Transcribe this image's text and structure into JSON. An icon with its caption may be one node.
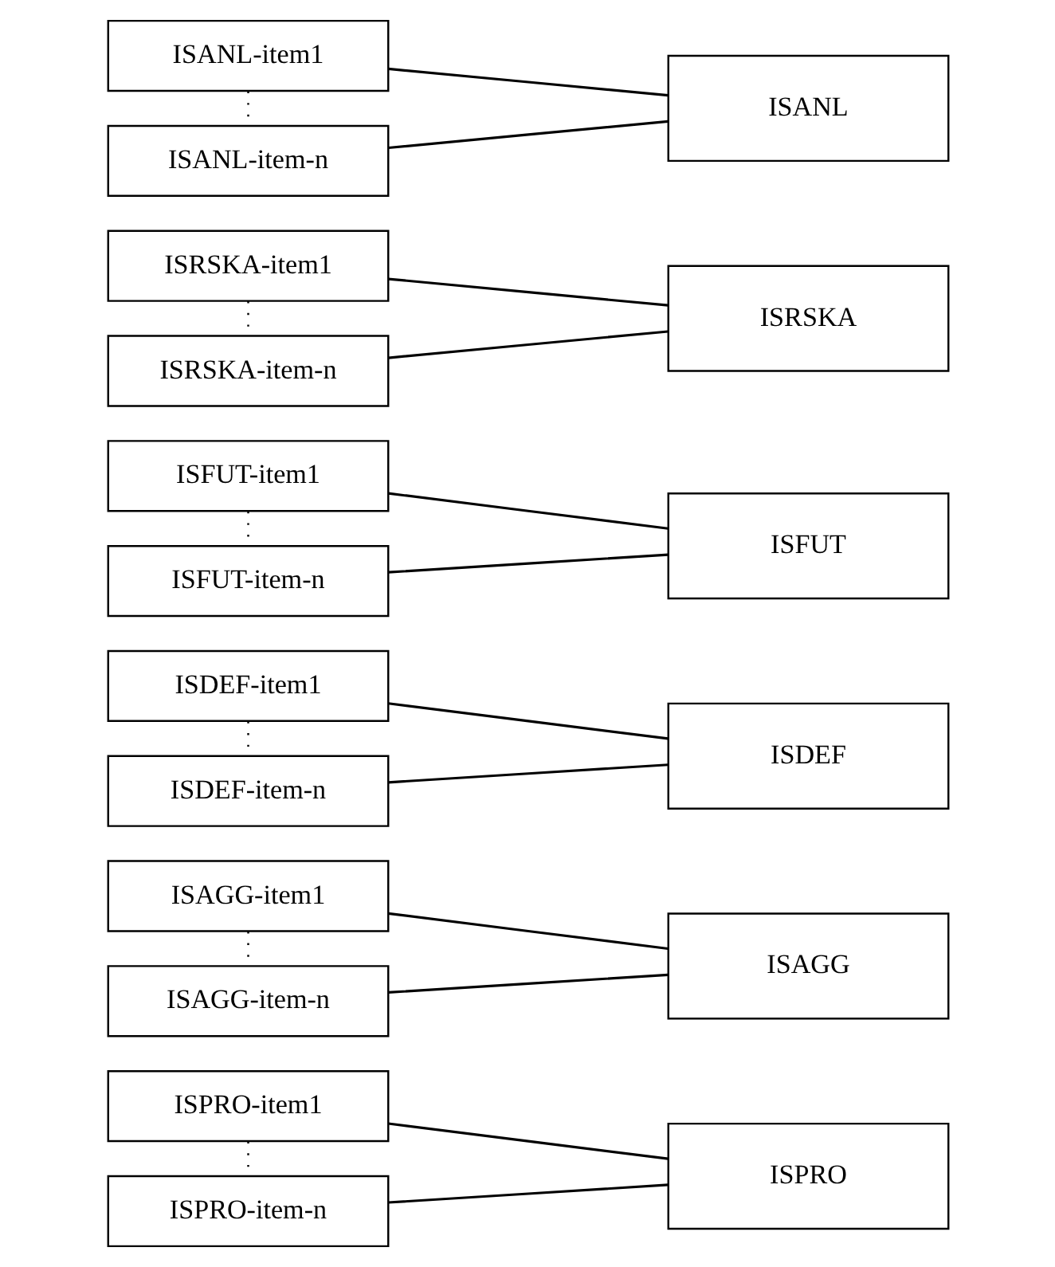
{
  "diagram": {
    "nodes": [
      {
        "text": [
          "ISPRO-item1"
        ]
      },
      {
        "text": [
          "ISPRO"
        ]
      },
      {
        "text": [
          "ISPRO-item-n"
        ]
      },
      {
        "text": [
          "ISAGG-item1"
        ]
      },
      {
        "text": [
          "ISAGG"
        ]
      },
      {
        "text": [
          "ISAGG-item-n"
        ]
      },
      {
        "text": [
          "ISDEF-item1"
        ]
      },
      {
        "text": [
          "ISDEF"
        ]
      },
      {
        "text": [
          "ISDEF-item-n"
        ]
      },
      {
        "text": [
          "ISFUT-item1"
        ]
      },
      {
        "text": [
          "ISFUT"
        ]
      },
      {
        "text": [
          "ISFUT-item-n"
        ]
      },
      {
        "text": [
          "ISRSKA-item1"
        ]
      },
      {
        "text": [
          "ISRSKA"
        ]
      },
      {
        "text": [
          "ISRSKA-item-n"
        ]
      },
      {
        "text": [
          "ISANL-item1"
        ]
      },
      {
        "text": [
          "ISANL"
        ]
      },
      {
        "text": [
          "ISANL-item-n"
        ]
      }
    ],
    "edges": [
      {
        "from": 0,
        "to": 1,
        "arrow": "none"
      },
      {
        "from": 2,
        "to": 1,
        "arrow": "none"
      },
      {
        "from": 0,
        "to": 2,
        "arrow": "none",
        "style": "dashed"
      },
      {
        "from": 3,
        "to": 4,
        "arrow": "none"
      },
      {
        "from": 5,
        "to": 4,
        "arrow": "none"
      },
      {
        "from": 3,
        "to": 5,
        "arrow": "none",
        "style": "dashed"
      },
      {
        "from": 6,
        "to": 7,
        "arrow": "none"
      },
      {
        "from": 8,
        "to": 7,
        "arrow": "none"
      },
      {
        "from": 6,
        "to": 8,
        "arrow": "none",
        "style": "dashed"
      },
      {
        "from": 9,
        "to": 10,
        "arrow": "none"
      },
      {
        "from": 11,
        "to": 10,
        "arrow": "none"
      },
      {
        "from": 9,
        "to": 11,
        "arrow": "none",
        "style": "dashed"
      },
      {
        "from": 12,
        "to": 13,
        "arrow": "none"
      },
      {
        "from": 14,
        "to": 13,
        "arrow": "none"
      },
      {
        "from": 12,
        "to": 14,
        "arrow": "none",
        "style": "dashed"
      },
      {
        "from": 15,
        "to": 16,
        "arrow": "none"
      },
      {
        "from": 17,
        "to": 16,
        "arrow": "none"
      },
      {
        "from": 15,
        "to": 17,
        "arrow": "none",
        "style": "dashed"
      }
    ]
  }
}
